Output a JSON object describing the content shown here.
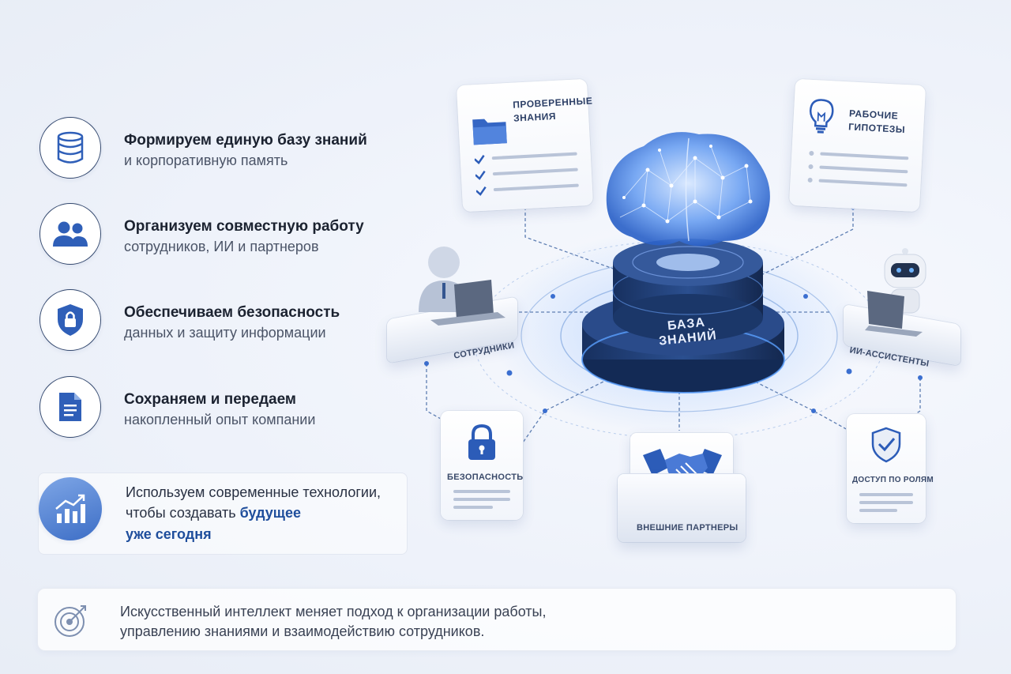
{
  "features": [
    {
      "title": "Формируем единую базу знаний",
      "subtitle": "и корпоративную память",
      "icon": "database-icon"
    },
    {
      "title": "Организуем совместную работу",
      "subtitle": "сотрудников, ИИ и партнеров",
      "icon": "users-icon"
    },
    {
      "title": "Обеспечиваем безопасность",
      "subtitle": "данных и защиту информации",
      "icon": "shield-lock-icon"
    },
    {
      "title": "Сохраняем и передаем",
      "subtitle": "накопленный опыт компании",
      "icon": "document-icon"
    }
  ],
  "promo": {
    "line1": "Используем современные технологии,",
    "line2_start": "чтобы создавать ",
    "line2_highlight": "будущее",
    "line3_highlight": "уже сегодня",
    "icon": "growth-chart-icon"
  },
  "footer": {
    "line1": "Искусственный интеллект меняет подход к организации работы,",
    "line2": "управлению знаниями и взаимодействию сотрудников.",
    "icon": "target-icon"
  },
  "diagram": {
    "hub_label": "База знаний",
    "nodes": {
      "verified": {
        "label_line1": "Проверенные",
        "label_line2": "знания",
        "icon": "folder-icon"
      },
      "hypotheses": {
        "label_line1": "Рабочие",
        "label_line2": "гипотезы",
        "icon": "lightbulb-icon"
      },
      "employees": {
        "label": "Сотрудники",
        "icon": "person-laptop-icon"
      },
      "ai_assistants": {
        "label": "ИИ-ассистенты",
        "icon": "robot-icon"
      },
      "security": {
        "label": "Безопасность",
        "icon": "padlock-icon"
      },
      "partners": {
        "label": "Внешние партнеры",
        "icon": "handshake-icon"
      },
      "roles": {
        "label": "Доступ по ролям",
        "icon": "shield-check-icon"
      }
    }
  },
  "colors": {
    "accent": "#2f6fd6",
    "navy": "#1f3f7a",
    "text": "#1d2433"
  }
}
